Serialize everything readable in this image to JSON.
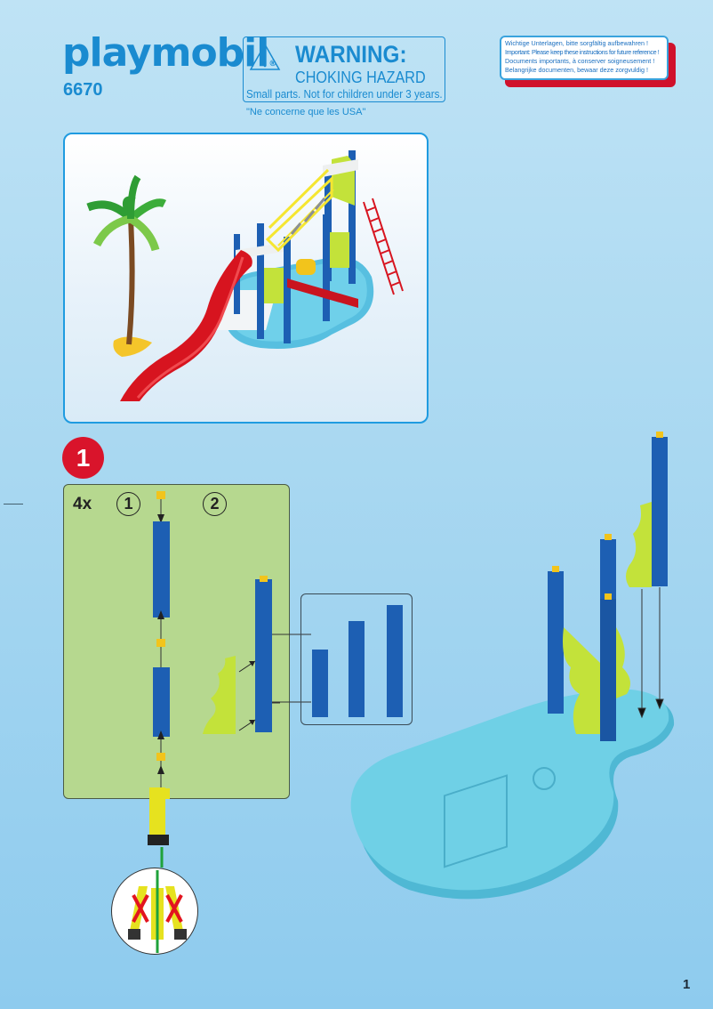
{
  "header": {
    "brand": "playmobil",
    "model_number": "6670",
    "warning": {
      "title": "WARNING:",
      "subtitle": "CHOKING HAZARD",
      "detail": "Small parts. Not for children under 3 years.",
      "footnote": "\"Ne concerne que les USA\""
    },
    "notice_lines": [
      "Wichtige Unterlagen, bitte sorgfältig aufbewahren !",
      "Important: Please keep these instructions for future reference !",
      "Documents importants, à conserver soigneusement !",
      "Belangrijke documenten, bewaar deze zorgvuldig !"
    ]
  },
  "hero_image": {
    "description": "Completed water park playset with red slide, palm tree, rope bridge, ladder and pool base",
    "icons": [
      "palm-tree-icon",
      "red-slide-icon",
      "rope-bridge-icon",
      "red-ladder-icon",
      "pool-base-icon"
    ]
  },
  "step": {
    "number": "1",
    "quantity": "4x",
    "substeps": [
      "1",
      "2"
    ]
  },
  "colors": {
    "background": "#a9d8f1",
    "brand_blue": "#1a8bd0",
    "step_red": "#d9142b",
    "panel_green": "#b6d88f",
    "pillar_blue": "#1d5fb3",
    "bracket_green": "#c3e23a",
    "connector_yellow": "#f2c41c",
    "base_cyan": "#5cc3dd",
    "slide_red": "#d7141f"
  },
  "page": {
    "number": "1"
  }
}
